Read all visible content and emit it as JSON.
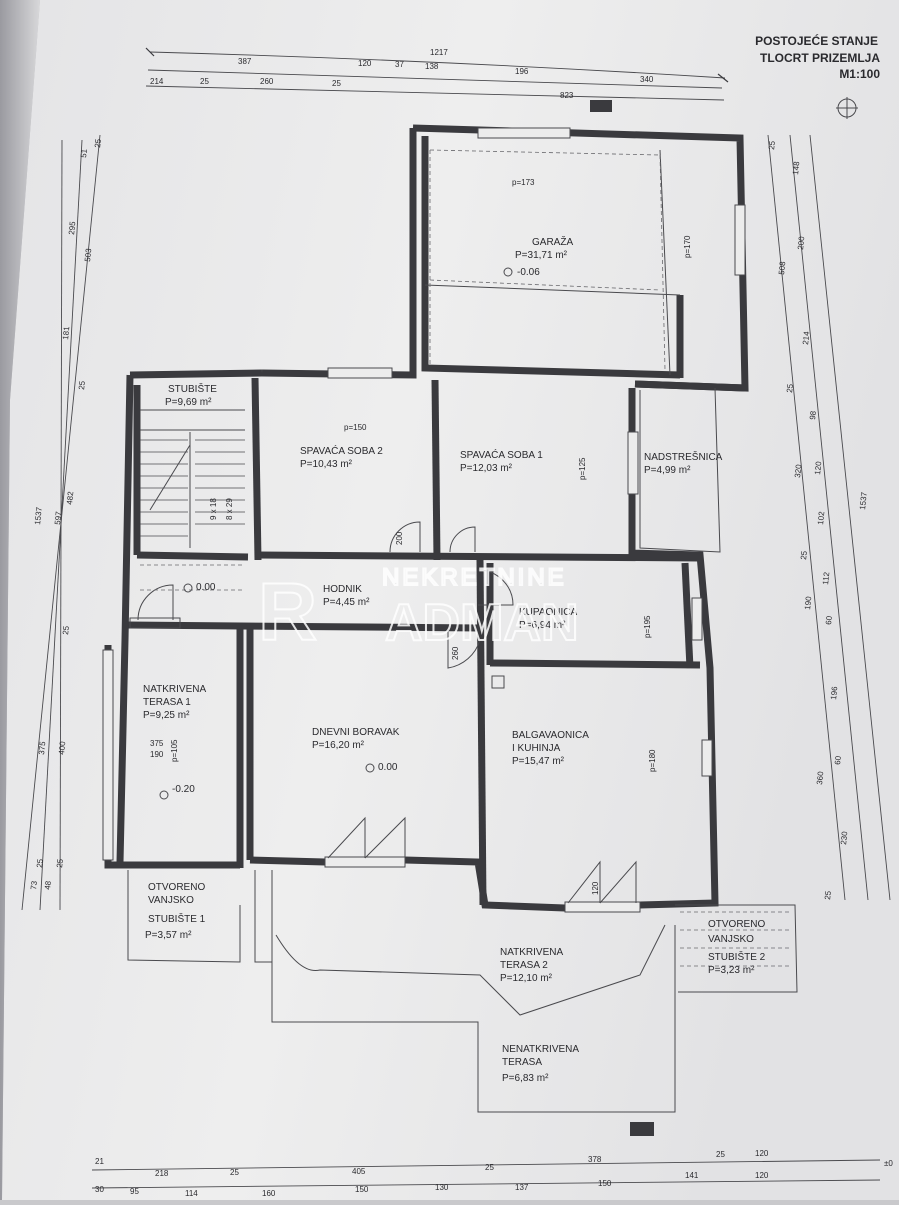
{
  "title": {
    "line1": "POSTOJEĆE STANJE",
    "line2": "TLOCRT PRIZEMLJA",
    "scale": "M1:100"
  },
  "watermark": {
    "top": "NEKRETNINE",
    "main_left": "R",
    "main_right": "ADMAN"
  },
  "rooms": [
    {
      "id": "garaza",
      "name": "GARAŽA",
      "area": "P=31,71 m²",
      "level": "-0.06"
    },
    {
      "id": "stubiste",
      "name": "STUBIŠTE",
      "area": "P=9,69 m²"
    },
    {
      "id": "spavaca-soba-2",
      "name": "SPAVAĆA SOBA 2",
      "area": "P=10,43 m²"
    },
    {
      "id": "spavaca-soba-1",
      "name": "SPAVAĆA SOBA 1",
      "area": "P=12,03 m²"
    },
    {
      "id": "nadstresnica",
      "name": "NADSTREŠNICA",
      "area": "P=4,99 m²"
    },
    {
      "id": "hodnik",
      "name": "HODNIK",
      "area": "P=4,45 m²",
      "level": "0.00"
    },
    {
      "id": "kupaonica",
      "name": "KUPAONICA",
      "area": "P=6,94 m²"
    },
    {
      "id": "natkrivena-terasa-1",
      "name": "NATKRIVENA",
      "name2": "TERASA 1",
      "area": "P=9,25 m²",
      "level": "-0.20"
    },
    {
      "id": "dnevni-boravak",
      "name": "DNEVNI BORAVAK",
      "area": "P=16,20 m²",
      "level": "0.00"
    },
    {
      "id": "blagavaonica",
      "name": "BALGAVAONICA",
      "name2": "I KUHINJA",
      "area": "P=15,47 m²"
    },
    {
      "id": "otvoreno-stubiste-1",
      "name": "OTVORENO",
      "name2": "VANJSKO",
      "name3": "STUBIŠTE 1",
      "area": "P=3,57 m²"
    },
    {
      "id": "natkrivena-terasa-2",
      "name": "NATKRIVENA",
      "name2": "TERASA 2",
      "area": "P=12,10 m²"
    },
    {
      "id": "otvoreno-stubiste-2",
      "name": "OTVORENO",
      "name2": "VANJSKO",
      "name3": "STUBIŠTE 2",
      "area": "P=3,23 m²"
    },
    {
      "id": "nenatkrivena-terasa",
      "name": "NENATKRIVENA",
      "name2": "TERASA",
      "area": "P=6,83 m²"
    }
  ],
  "annotations": {
    "p173": "p=173",
    "p170": "p=170",
    "p150": "p=150",
    "p125": "p=125",
    "p195": "p=195",
    "p180": "p=180",
    "p105": "p=105",
    "stair1": "9 x 18",
    "stair2": "8 x 29",
    "w375": "375",
    "w190": "190",
    "w200": "200",
    "w260": "260",
    "w120": "120"
  },
  "dims": {
    "top1": [
      "387",
      "120",
      "37",
      "138",
      "196",
      "340"
    ],
    "top_total": "1217",
    "top2": [
      "214",
      "25",
      "260",
      "25",
      "823"
    ],
    "right1": [
      "25",
      "148",
      "200",
      "214",
      "25",
      "98",
      "120",
      "102",
      "25",
      "112",
      "60",
      "196",
      "60",
      "230",
      "25"
    ],
    "right2": [
      "508",
      "320",
      "190",
      "360"
    ],
    "right_total": "1537",
    "left1": [
      "51",
      "25",
      "295",
      "181",
      "25",
      "482",
      "375",
      "25",
      "73",
      "25"
    ],
    "left2": [
      "503",
      "597",
      "400",
      "48",
      "25"
    ],
    "left_total": "1537",
    "bottom1": [
      "21",
      "218",
      "25",
      "405",
      "25",
      "378",
      "25",
      "120"
    ],
    "bottom2": [
      "30",
      "95",
      "114",
      "160",
      "150",
      "130",
      "137",
      "150",
      "141",
      "120"
    ],
    "bottom_extra": "±0"
  }
}
